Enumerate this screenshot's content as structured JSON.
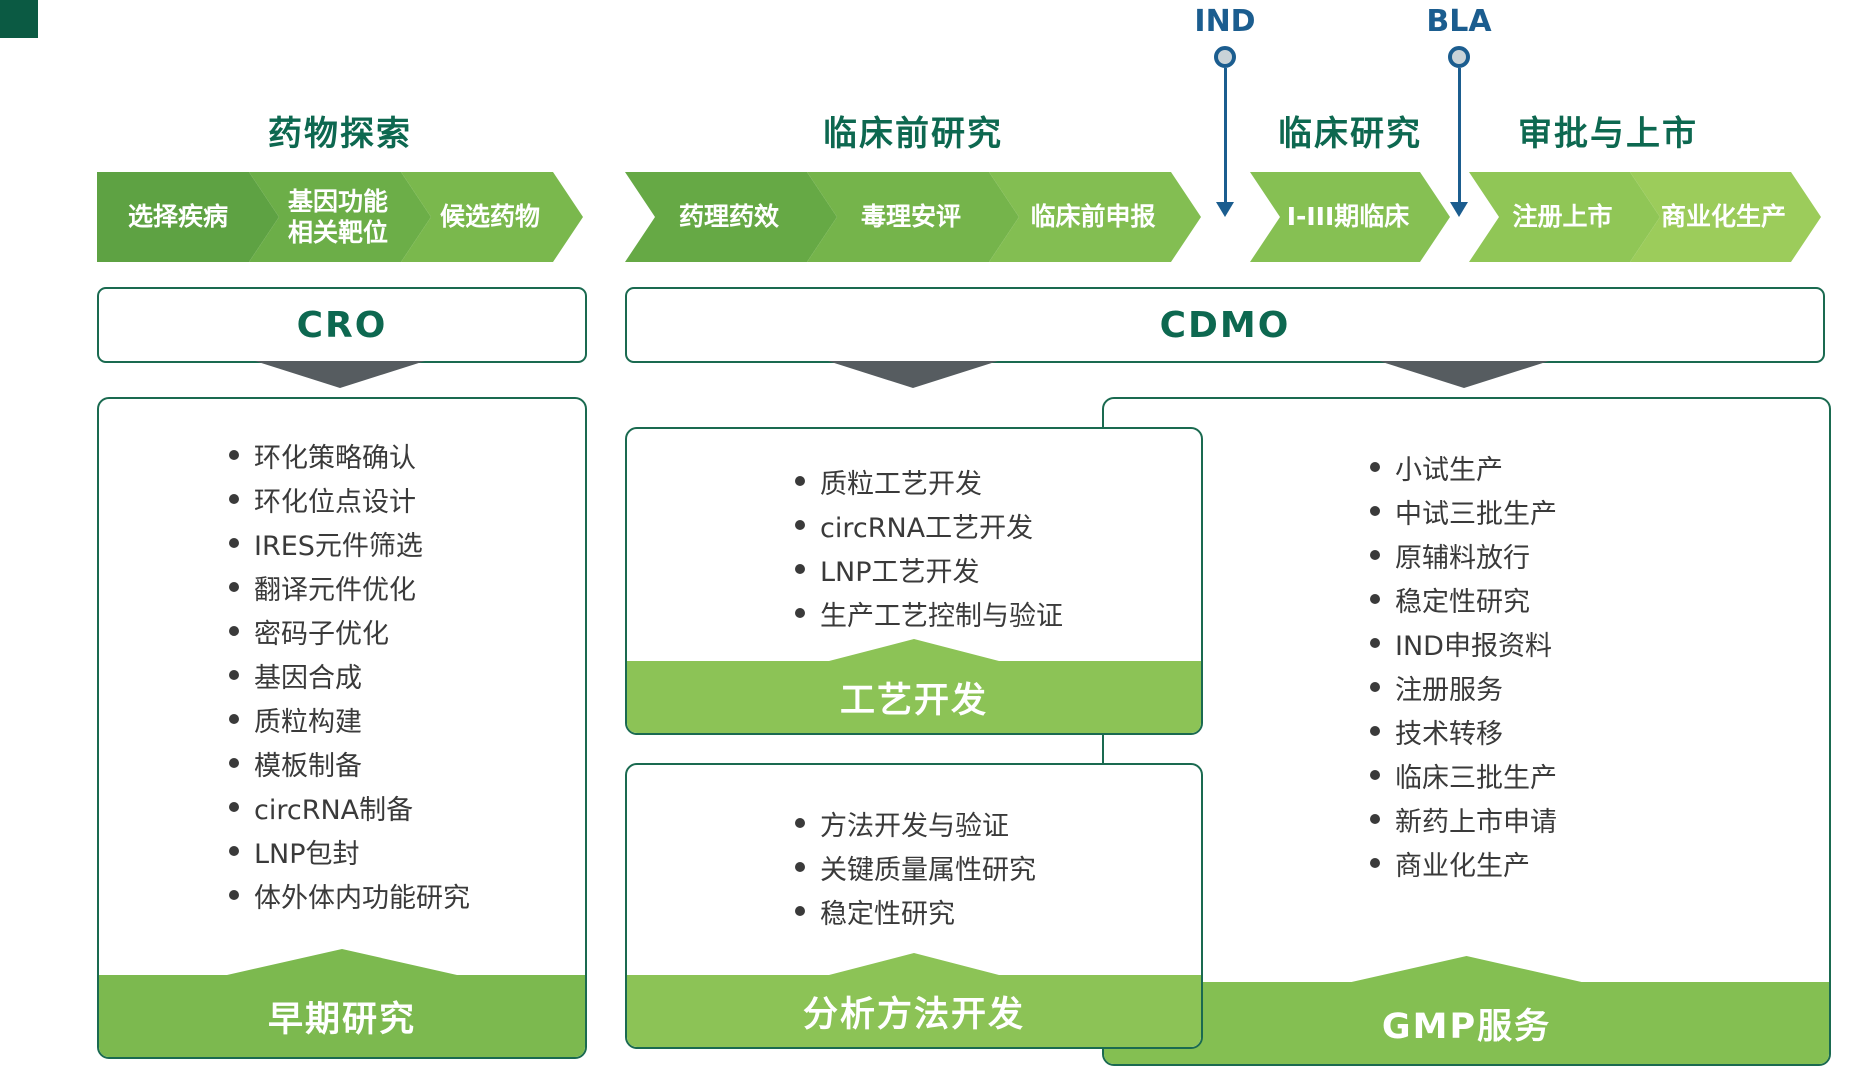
{
  "phase_headers": [
    {
      "label": "药物探索"
    },
    {
      "label": "临床前研究"
    },
    {
      "label": "临床研究"
    },
    {
      "label": "审批与上市"
    }
  ],
  "milestones": {
    "ind": {
      "label": "IND"
    },
    "bla": {
      "label": "BLA"
    }
  },
  "pipeline_steps": [
    {
      "label": "选择疾病"
    },
    {
      "label": "基因功能\n相关靶位"
    },
    {
      "label": "候选药物"
    },
    {
      "label": "药理药效"
    },
    {
      "label": "毒理安评"
    },
    {
      "label": "临床前申报"
    },
    {
      "label": "I-III期临床"
    },
    {
      "label": "注册上市"
    },
    {
      "label": "商业化生产"
    }
  ],
  "service_bars": {
    "cro": {
      "label": "CRO"
    },
    "cdmo": {
      "label": "CDMO"
    }
  },
  "service_boxes": {
    "early_research": {
      "title": "早期研究",
      "items": [
        "环化策略确认",
        "环化位点设计",
        "IRES元件筛选",
        "翻译元件优化",
        "密码子优化",
        "基因合成",
        "质粒构建",
        "模板制备",
        "circRNA制备",
        "LNP包封",
        "体外体内功能研究"
      ]
    },
    "process_dev": {
      "title": "工艺开发",
      "items": [
        "质粒工艺开发",
        "circRNA工艺开发",
        "LNP工艺开发",
        "生产工艺控制与验证"
      ]
    },
    "analytical_dev": {
      "title": "分析方法开发",
      "items": [
        "方法开发与验证",
        "关键质量属性研究",
        "稳定性研究"
      ]
    },
    "gmp_services": {
      "title": "GMP服务",
      "items": [
        "小试生产",
        "中试三批生产",
        "原辅料放行",
        "稳定性研究",
        "IND申报资料",
        "注册服务",
        "技术转移",
        "临床三批生产",
        "新药上市申请",
        "商业化生产"
      ]
    }
  },
  "colors": {
    "dark_green_text": "#0d6850",
    "box_border_green": "#1a6a50",
    "milestone_blue": "#1b5d8f",
    "arrow_gray": "#565c60",
    "chevron_greens": [
      "#5ea243",
      "#6cae48",
      "#7ab84d",
      "#66a945",
      "#75b44b",
      "#83be52",
      "#86c053",
      "#90c656",
      "#9ccc5b"
    ],
    "banner_greens": [
      "#7cb94f",
      "#8cc356",
      "#8cc356",
      "#84bf52"
    ]
  }
}
